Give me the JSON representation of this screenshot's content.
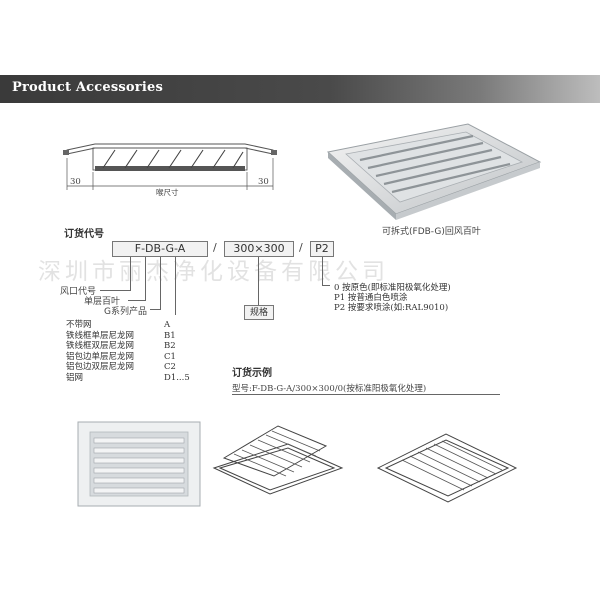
{
  "banner": {
    "title": "Product Accessories"
  },
  "drawing": {
    "dim_left": "30",
    "dim_center": "喉尺寸",
    "dim_right": "30"
  },
  "product_caption": "可拆式(FDB-G)回风百叶",
  "order_code": {
    "heading": "订货代号",
    "code_box_1": "F-DB-G-A",
    "separator_1": "/",
    "code_box_2": "300×300",
    "separator_2": "/",
    "code_box_3": "P2",
    "spec_label": "规格",
    "labels": [
      "风口代号",
      "单层百叶",
      "G系列产品"
    ],
    "filter_names": [
      "不带网",
      "铁线框单层尼龙网",
      "铁线框双层尼龙网",
      "铝包边单层尼龙网",
      "铝包边双层尼龙网",
      "铝网"
    ],
    "filter_codes": [
      "A",
      "B1",
      "B2",
      "C1",
      "C2",
      "D1...5"
    ],
    "finish_options": [
      "0  按原色(即标准阳极氧化处理)",
      "P1 按普通白色喷涂",
      "P2 按要求喷涂(如:RAL9010)"
    ]
  },
  "example": {
    "heading": "订货示例",
    "text": "型号:F-DB-G-A/300×300/0(按标准阳极氧化处理)"
  },
  "watermark": "深圳市丽杰净化设备有限公司"
}
